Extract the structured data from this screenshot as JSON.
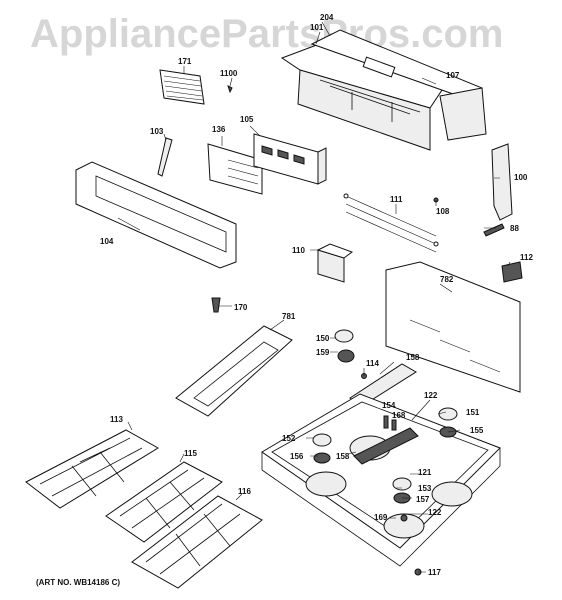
{
  "watermark": "AppliancePartsPros.com",
  "art_number": "(ART NO. WB14186 C)",
  "parts": {
    "p204": "204",
    "p101": "101",
    "p107": "107",
    "p171": "171",
    "p1100": "1100",
    "p103": "103",
    "p136": "136",
    "p105": "105",
    "p100": "100",
    "p104": "104",
    "p111": "111",
    "p108": "108",
    "p88": "88",
    "p110": "110",
    "p112": "112",
    "p782": "782",
    "p170": "170",
    "p781": "781",
    "p150": "150",
    "p159": "159",
    "p114": "114",
    "p158a": "158",
    "p122a": "122",
    "p113": "113",
    "p154": "154",
    "p168": "168",
    "p151": "151",
    "p155": "155",
    "p152": "152",
    "p156": "156",
    "p158b": "158",
    "p115": "115",
    "p121": "121",
    "p153": "153",
    "p157": "157",
    "p122b": "122",
    "p116": "116",
    "p169": "169",
    "p117": "117"
  }
}
